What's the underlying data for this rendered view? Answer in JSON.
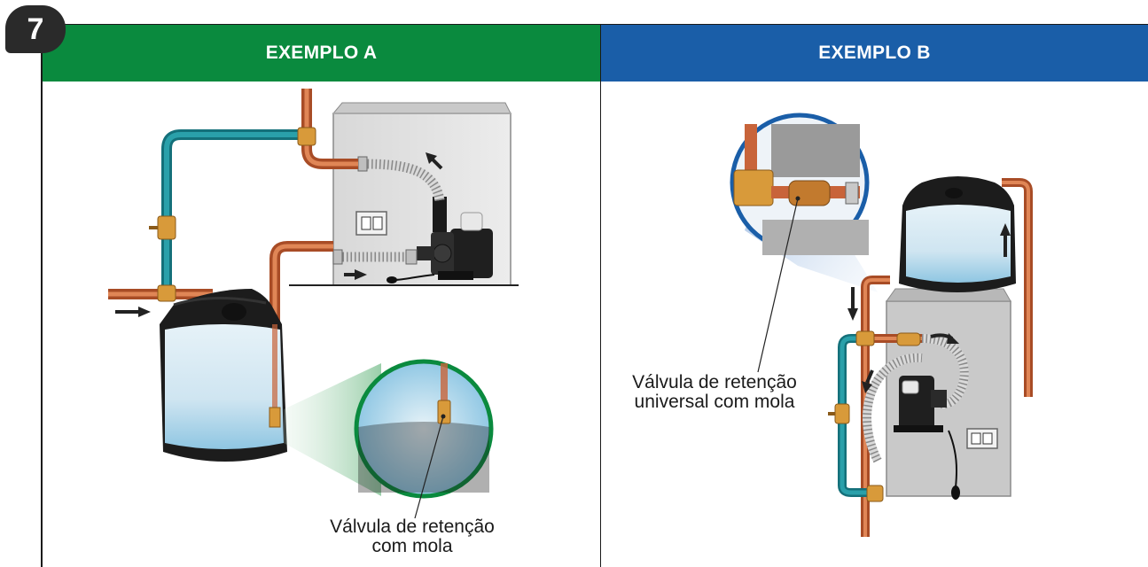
{
  "step_number": "7",
  "example_a": {
    "title": "EXEMPLO A",
    "callout_line1": "Válvula de retenção",
    "callout_line2": "com mola"
  },
  "example_b": {
    "title": "EXEMPLO B",
    "callout_line1": "Válvula de retenção",
    "callout_line2": "universal com mola"
  },
  "colors": {
    "header_a": "#0a8a3e",
    "header_b": "#1a5ea8",
    "pipe_copper": "#c8643a",
    "pipe_teal": "#1e8a95",
    "tank": "#1c1c1c",
    "water": "#cfe6f2",
    "valve": "#d89a3a"
  }
}
